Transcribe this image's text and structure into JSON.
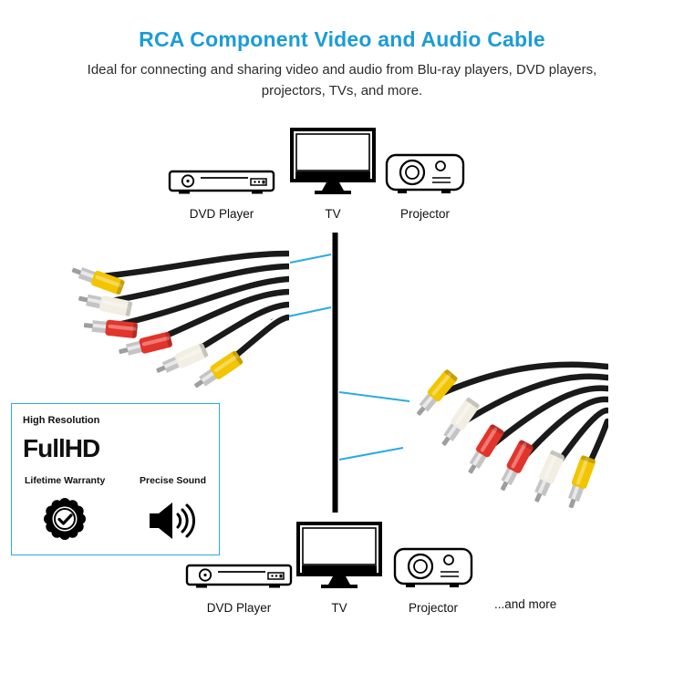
{
  "header": {
    "title": "RCA Component Video and Audio Cable",
    "subtitle_line1": "Ideal for connecting and sharing video and audio from Blu-ray players, DVD players,",
    "subtitle_line2": "projectors, TVs, and more."
  },
  "colors": {
    "title_blue": "#1b9cd8",
    "pointer_blue": "#29abe2",
    "line_black": "#000000",
    "plug_yellow": "#f2c500",
    "plug_red": "#e2342b",
    "plug_white": "#f2eee3"
  },
  "cable": {
    "connector_colors": [
      "yellow",
      "white",
      "red"
    ]
  },
  "top_devices": {
    "dvd": {
      "label": "DVD Player"
    },
    "tv": {
      "label": "TV"
    },
    "projector": {
      "label": "Projector"
    }
  },
  "bottom_devices": {
    "dvd": {
      "label": "DVD Player"
    },
    "tv": {
      "label": "TV"
    },
    "projector": {
      "label": "Projector"
    },
    "more": {
      "label": "...and more"
    }
  },
  "feature_box": {
    "high_resolution": "High Resolution",
    "fullhd": "FullHD",
    "lifetime_warranty": "Lifetime Warranty",
    "precise_sound": "Precise Sound"
  }
}
